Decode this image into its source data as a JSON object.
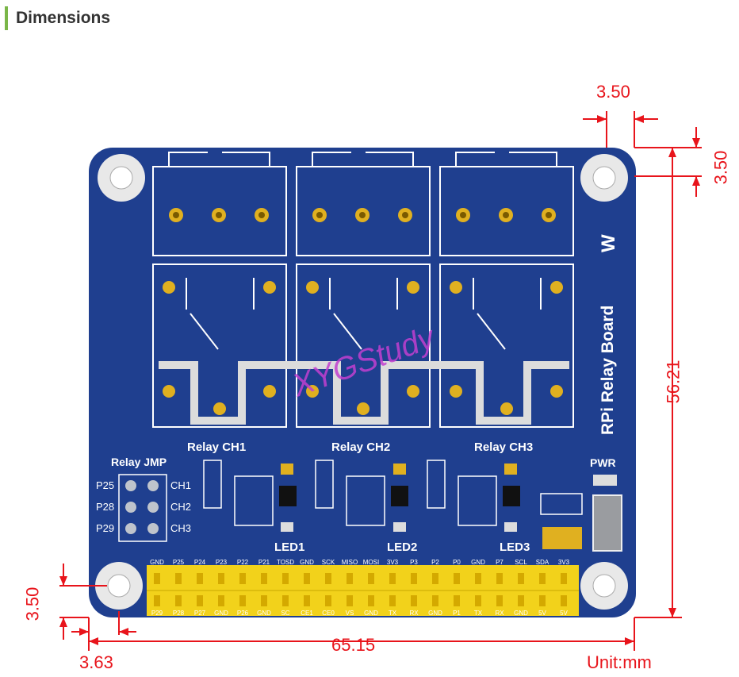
{
  "heading": "Dimensions",
  "board": {
    "name": "RPi Relay Board",
    "relay_labels": [
      "Relay CH1",
      "Relay CH2",
      "Relay CH3"
    ],
    "jumper_title": "Relay JMP",
    "jumper_pins": [
      "P25",
      "P28",
      "P29"
    ],
    "jumper_channels": [
      "CH1",
      "CH2",
      "CH3"
    ],
    "led_labels": [
      "LED1",
      "LED2",
      "LED3"
    ],
    "power_label": "PWR",
    "header_top_labels": [
      "GND",
      "P25",
      "P24",
      "P23",
      "P22",
      "P21",
      "TOSD",
      "GND",
      "SCK",
      "MISO",
      "MOSI",
      "3V3",
      "P3",
      "P2",
      "P0",
      "GND",
      "P7",
      "SCL",
      "SDA",
      "3V3"
    ],
    "header_bottom_labels": [
      "P29",
      "P28",
      "P27",
      "GND",
      "P26",
      "GND",
      "SC",
      "CE1",
      "CE0",
      "VS",
      "GND",
      "TX",
      "RX",
      "GND",
      "P1",
      "TX",
      "RX",
      "GND",
      "5V",
      "5V"
    ],
    "watermark": "XYGStudy"
  },
  "dimensions": {
    "top_offset": "3.50",
    "right_offset": "3.50",
    "height": "56.21",
    "left_offset_v": "3.50",
    "left_offset_h": "3.63",
    "width": "65.15",
    "unit": "Unit:mm"
  },
  "colors": {
    "board": "#1f3f8f",
    "dimension": "#e8141b",
    "header": "#f2d21b",
    "accent": "#7ab648"
  }
}
